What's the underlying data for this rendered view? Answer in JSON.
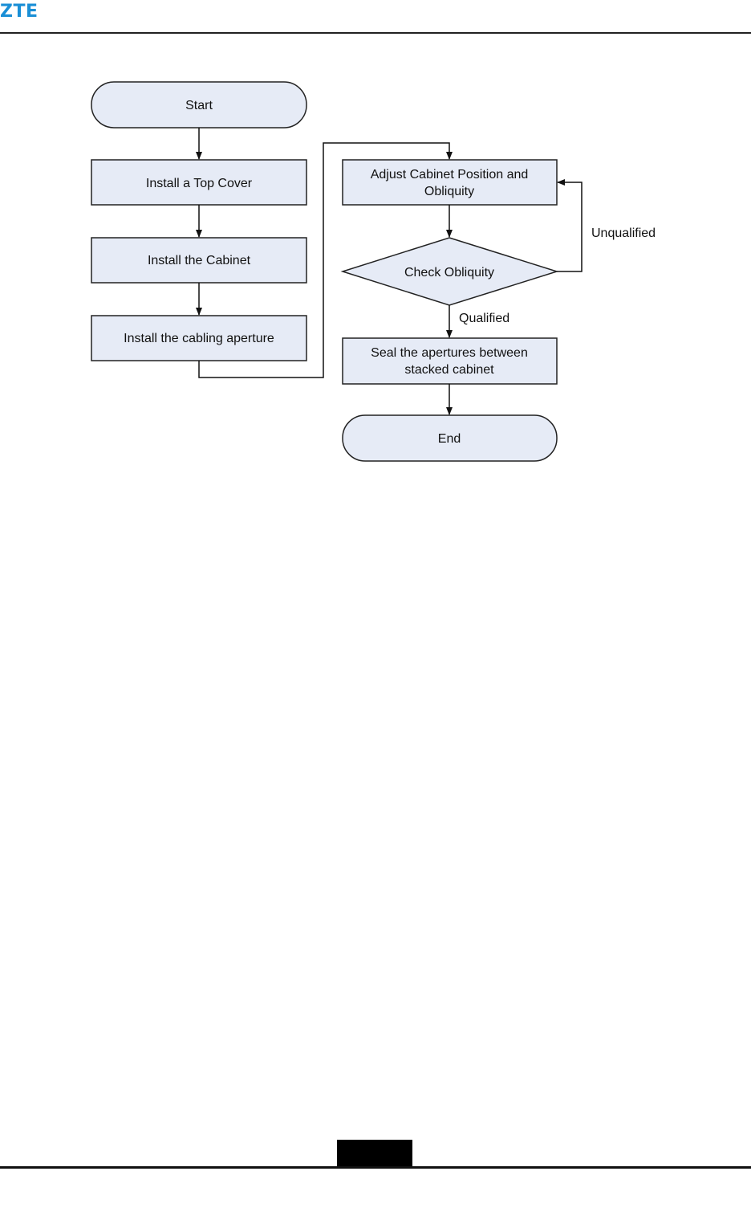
{
  "header": {
    "logo_text": "ZTE",
    "logo_color": "#1a8fd6"
  },
  "flowchart": {
    "node_fill": "#e6ebf6",
    "nodes": {
      "start": "Start",
      "install_top_cover": "Install a Top Cover",
      "install_cabinet": "Install the Cabinet",
      "install_cabling": "Install the cabling aperture",
      "adjust_line1": "Adjust Cabinet Position and",
      "adjust_line2": "Obliquity",
      "check": "Check Obliquity",
      "seal_line1": "Seal the apertures between",
      "seal_line2": "stacked cabinet",
      "end": "End"
    },
    "edges": {
      "unqualified": "Unqualified",
      "qualified": "Qualified"
    }
  }
}
